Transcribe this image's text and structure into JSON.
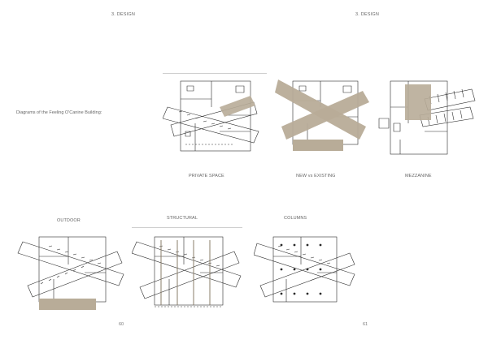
{
  "spread": {
    "left_page": {
      "header": "3. DESIGN",
      "page_number": "60",
      "intro_caption": "Diagrams of the Feeling O'Canine Building:",
      "diagrams": [
        {
          "label": "PRIVATE SPACE"
        },
        {
          "label": "OUTDOOR"
        },
        {
          "label": "STRUCTURAL"
        }
      ]
    },
    "right_page": {
      "header": "3. DESIGN",
      "page_number": "61",
      "diagrams": [
        {
          "label": "NEW vs EXISTING"
        },
        {
          "label": "MEZZANINE"
        },
        {
          "label": "COLUMNS"
        }
      ]
    }
  },
  "colors": {
    "highlight_fill": "#b8ac98",
    "line": "#2b2b2b",
    "paper": "#ffffff"
  }
}
